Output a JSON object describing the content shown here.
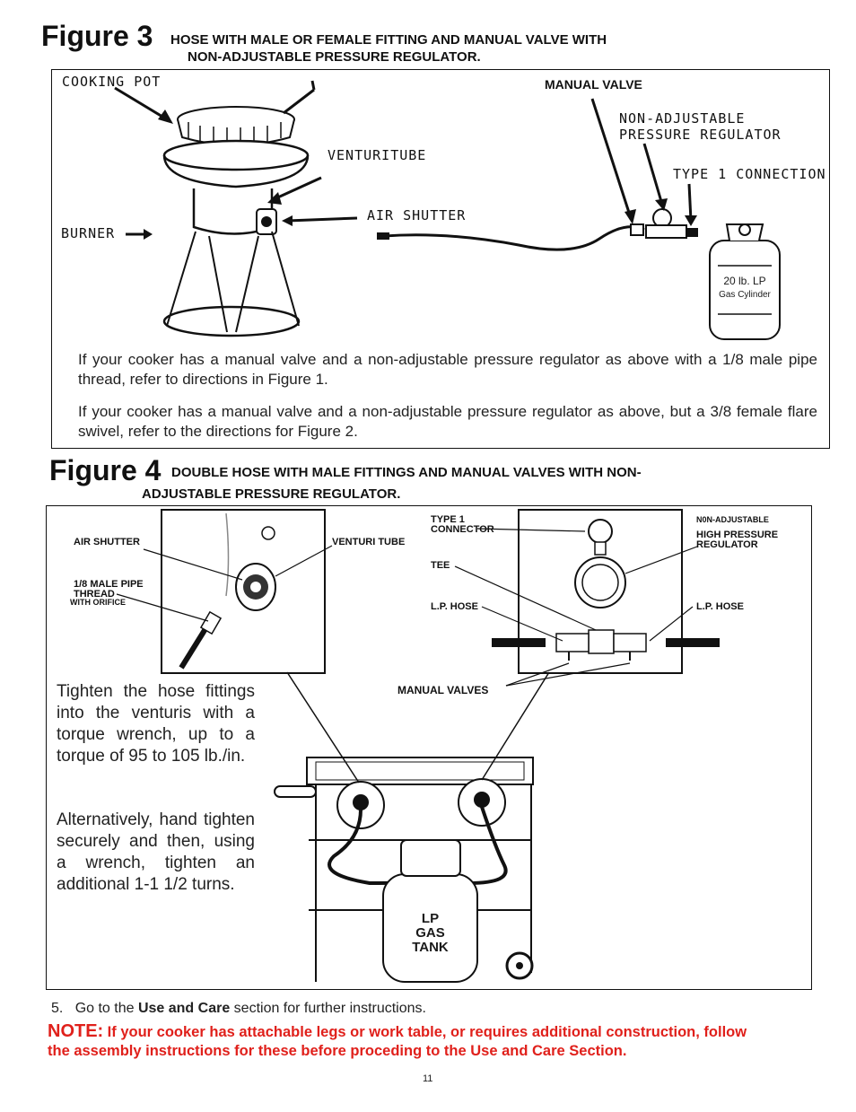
{
  "figure3": {
    "title": "Figure 3",
    "subtitle_line1": "HOSE WITH MALE OR FEMALE FITTING AND MANUAL VALVE WITH",
    "subtitle_line2": "NON-ADJUSTABLE PRESSURE REGULATOR.",
    "labels": {
      "cooking_pot": "COOKING POT",
      "venturi_tube": "VENTURITUBE",
      "burner": "BURNER",
      "air_shutter": "AIR SHUTTER",
      "manual_valve": "MANUAL VALVE",
      "regulator_line1": "NON-ADJUSTABLE",
      "regulator_line2": "PRESSURE REGULATOR",
      "type1_connection": "TYPE 1 CONNECTION",
      "cylinder_line1": "20 lb. LP",
      "cylinder_line2": "Gas Cylinder"
    },
    "para1": "If your cooker has a manual valve and a non-adjustable pressure regulator as above with a 1/8 male pipe thread, refer to directions in Figure 1.",
    "para2": "If your cooker has a manual valve and a non-adjustable pressure regulator as above, but a 3/8 female flare swivel, refer to the directions for Figure 2."
  },
  "figure4": {
    "title": "Figure 4",
    "subtitle_line1": "DOUBLE HOSE WITH MALE FITTINGS AND MANUAL VALVES WITH NON-",
    "subtitle_line2": "ADJUSTABLE PRESSURE REGULATOR.",
    "labels": {
      "air_shutter": "AIR SHUTTER",
      "venturi_tube": "VENTURI  TUBE",
      "male_pipe_line1": "1/8 MALE PIPE",
      "male_pipe_line2": "THREAD",
      "with_orifice": "WITH ORIFICE",
      "type1_line1": "TYPE 1",
      "type1_line2": "CONNECTOR",
      "tee": "TEE",
      "lp_hose_left": "L.P. HOSE",
      "non_adjustable": "N0N-ADJUSTABLE",
      "high_pressure_line1": "HIGH PRESSURE",
      "high_pressure_line2": "REGULATOR",
      "lp_hose_right": "L.P. HOSE",
      "manual_valves": "MANUAL VALVES",
      "tank_line1": "LP",
      "tank_line2": "GAS",
      "tank_line3": "TANK"
    },
    "side_text1": "Tighten the hose fittings into the venturis with a torque wrench, up to a torque of 95 to 105 lb./in.",
    "side_text2": "Alternatively, hand tighten securely and then, using a wrench, tighten an additional 1-1 1/2 turns."
  },
  "footer": {
    "step_number": "5.",
    "step_pre": "Go to the ",
    "step_bold": "Use and Care",
    "step_post": " section for further instructions.",
    "note_label": "NOTE:",
    "note_line1": "If your cooker has attachable legs or work table, or requires additional construction, follow",
    "note_line2": "the assembly instructions for these before proceding to the Use and Care Section.",
    "page_number": "11"
  }
}
